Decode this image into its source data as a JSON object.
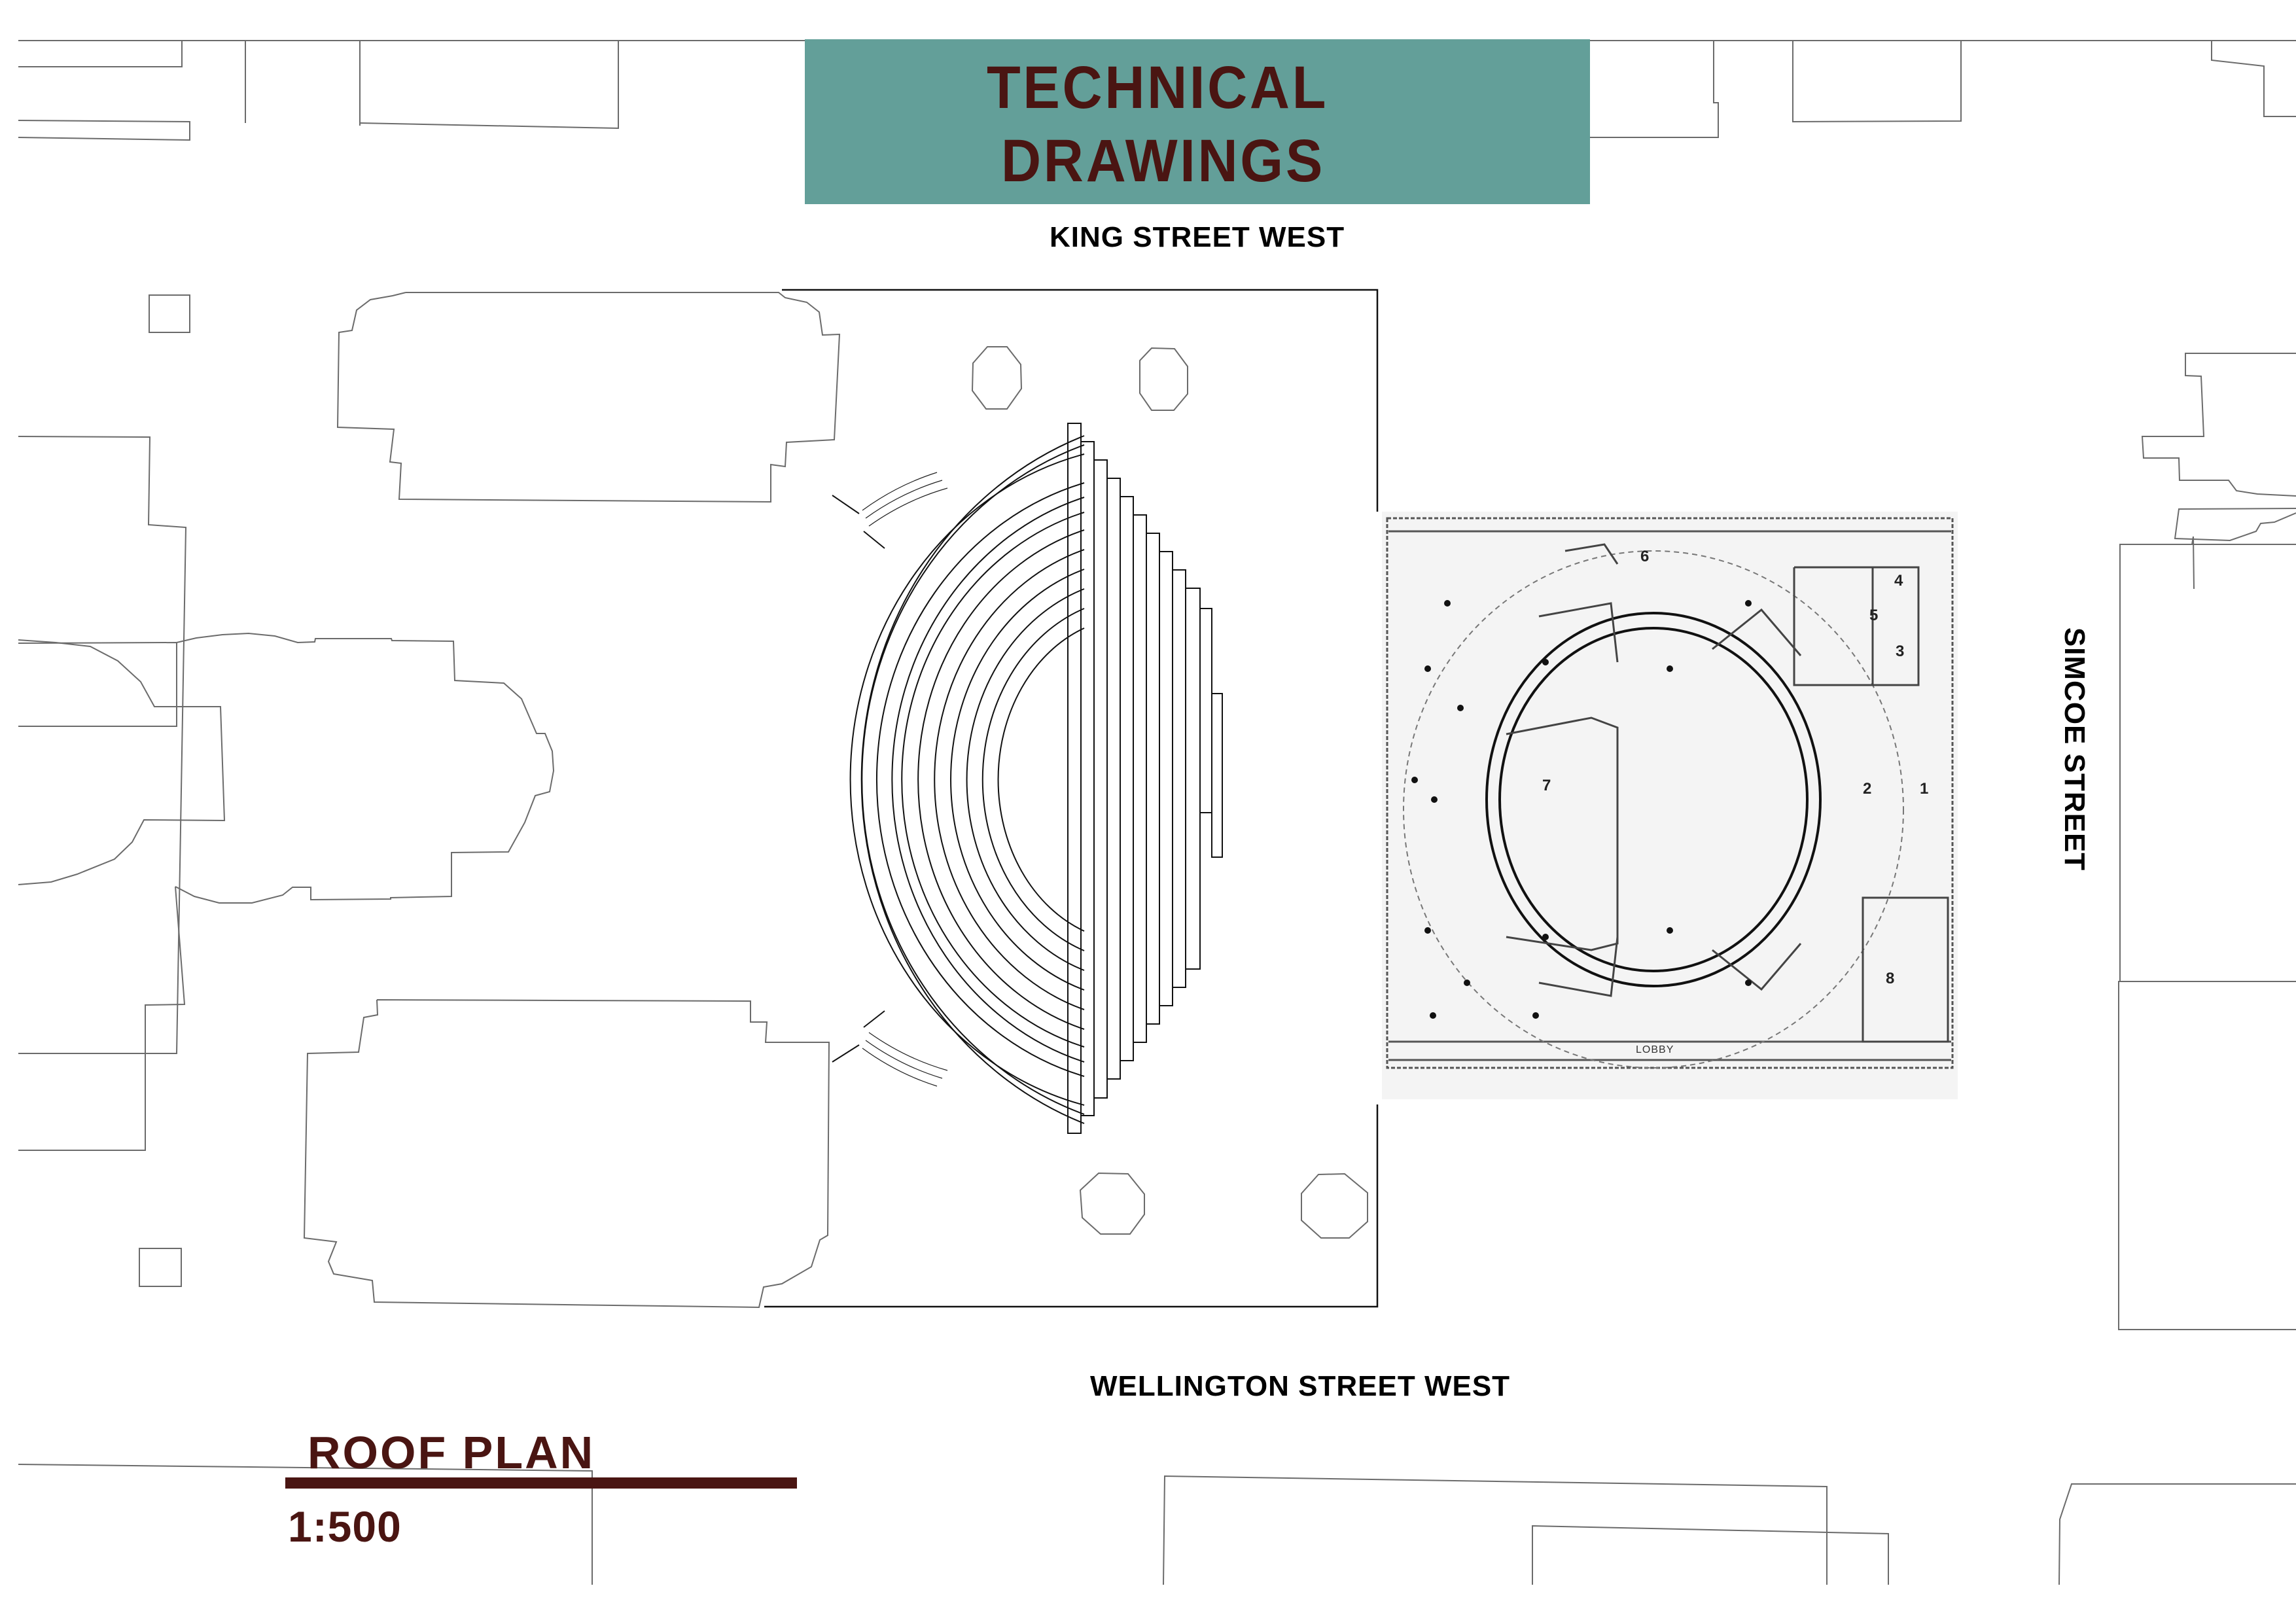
{
  "header": {
    "title_line1": "TECHNICAL",
    "title_line2": "DRAWINGS",
    "title_bg_color": "#639f99",
    "title_text_color": "#4a1512"
  },
  "streets": {
    "north": "KING STREET WEST",
    "south": "WELLINGTON STREET WEST",
    "east": "SIMCOE STREET"
  },
  "plan": {
    "name": "ROOF PLAN",
    "scale": "1:500",
    "accent_color": "#4a1512"
  },
  "inset_plan": {
    "room_numbers": [
      "1",
      "2",
      "3",
      "4",
      "5",
      "6",
      "7",
      "8"
    ],
    "lobby_label": "LOBBY"
  }
}
